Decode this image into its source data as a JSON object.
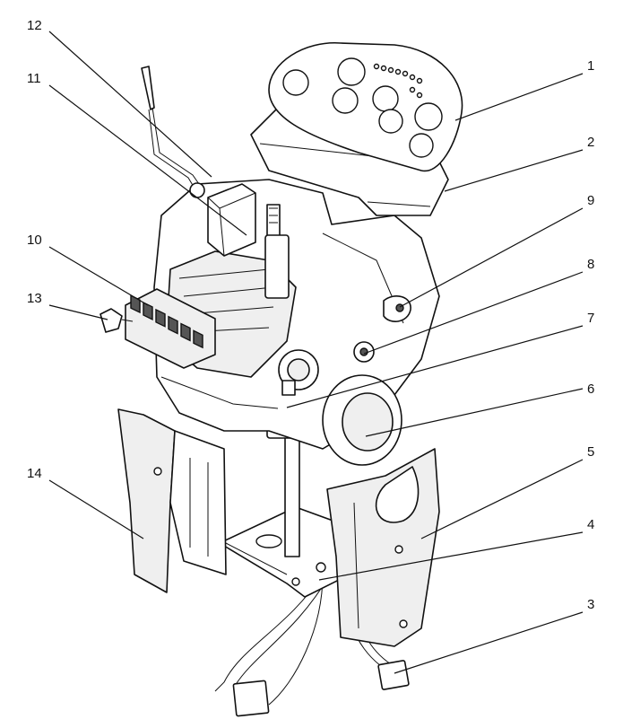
{
  "callouts": [
    {
      "id": "1",
      "label": "1"
    },
    {
      "id": "2",
      "label": "2"
    },
    {
      "id": "3",
      "label": "3"
    },
    {
      "id": "4",
      "label": "4"
    },
    {
      "id": "5",
      "label": "5"
    },
    {
      "id": "6",
      "label": "6"
    },
    {
      "id": "7",
      "label": "7"
    },
    {
      "id": "8",
      "label": "8"
    },
    {
      "id": "9",
      "label": "9"
    },
    {
      "id": "10",
      "label": "10"
    },
    {
      "id": "11",
      "label": "11"
    },
    {
      "id": "12",
      "label": "12"
    },
    {
      "id": "13",
      "label": "13"
    },
    {
      "id": "14",
      "label": "14"
    }
  ]
}
